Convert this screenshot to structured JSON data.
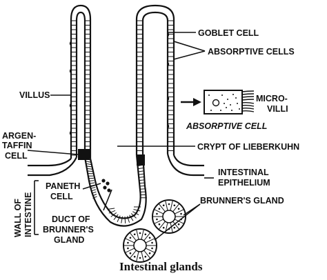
{
  "caption": "Intestinal glands",
  "labels": {
    "goblet_cell": "GOBLET CELL",
    "absorptive_cells": "ABSORPTIVE CELLS",
    "villus": "VILLUS",
    "micro_villi_1": "MICRO-",
    "micro_villi_2": "VILLI",
    "absorptive_cell": "ABSORPTIVE CELL",
    "argentaffin_1": "ARGEN-",
    "argentaffin_2": "TAFFIN",
    "argentaffin_3": "CELL",
    "crypt": "CRYPT OF LIEBERKUHN",
    "intestinal_epithelium_1": "INTESTINAL",
    "intestinal_epithelium_2": "EPITHELIUM",
    "paneth_1": "PANETH",
    "paneth_2": "CELL",
    "wall_1": "WALL OF",
    "wall_2": "INTESTINE",
    "duct_1": "DUCT OF",
    "duct_2": "BRUNNER'S",
    "duct_3": "GLAND",
    "brunners_gland": "BRUNNER'S GLAND"
  }
}
